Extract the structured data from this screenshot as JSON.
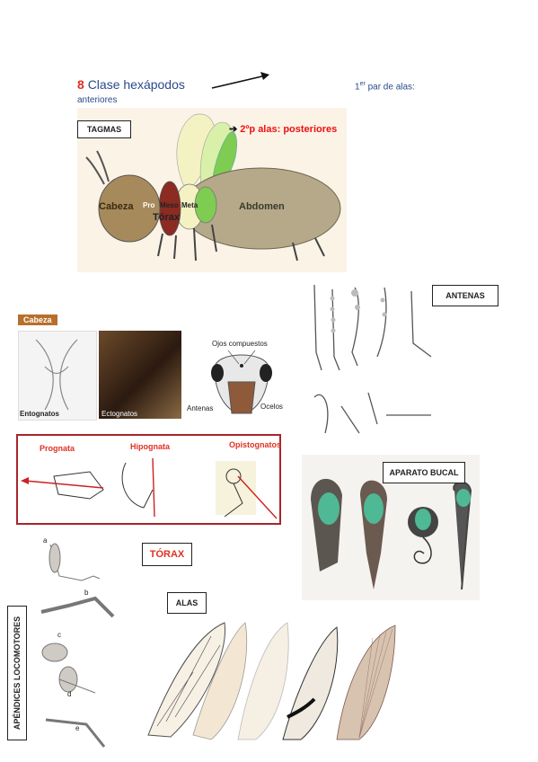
{
  "heading": {
    "number": "8",
    "title": "Clase hexápodos",
    "subtitle": "anteriores"
  },
  "note": {
    "sup_prefix": "1",
    "sup": "er",
    "text": " par de alas:"
  },
  "tagmas": {
    "box_label": "TAGMAS",
    "wing_label": "2ºp alas: posteriores",
    "labels": {
      "head": "Cabeza",
      "pro": "Pro",
      "meso": "Meso",
      "meta": "Meta",
      "thorax": "Tórax",
      "abdomen": "Abdomen"
    }
  },
  "cabeza": {
    "header": "Cabeza",
    "entognatos": "Entognatos",
    "ectognatos": "Ectognatos",
    "ojos": "Ojos compuestos",
    "antenas": "Antenas",
    "ocelos": "Ocelos"
  },
  "mouth_positions": {
    "prognata": "Prognata",
    "hipognata": "Hipognata",
    "opistognatos": "Opistognatos"
  },
  "antenas_label": "ANTENAS",
  "aparato_bucal_label": "APARATO BUCAL",
  "torax_label": "TÓRAX",
  "alas_label": "ALAS",
  "apendices_label": "APÉNDICES LOCOMOTORES",
  "leg_letters": [
    "a",
    "b",
    "c",
    "d",
    "e"
  ],
  "colors": {
    "red": "#e03024",
    "blue": "#2b4a8b",
    "brown": "#8e7a56",
    "pro": "#8b2b22",
    "meso": "#f4f2c2",
    "meta": "#7fcc52"
  }
}
